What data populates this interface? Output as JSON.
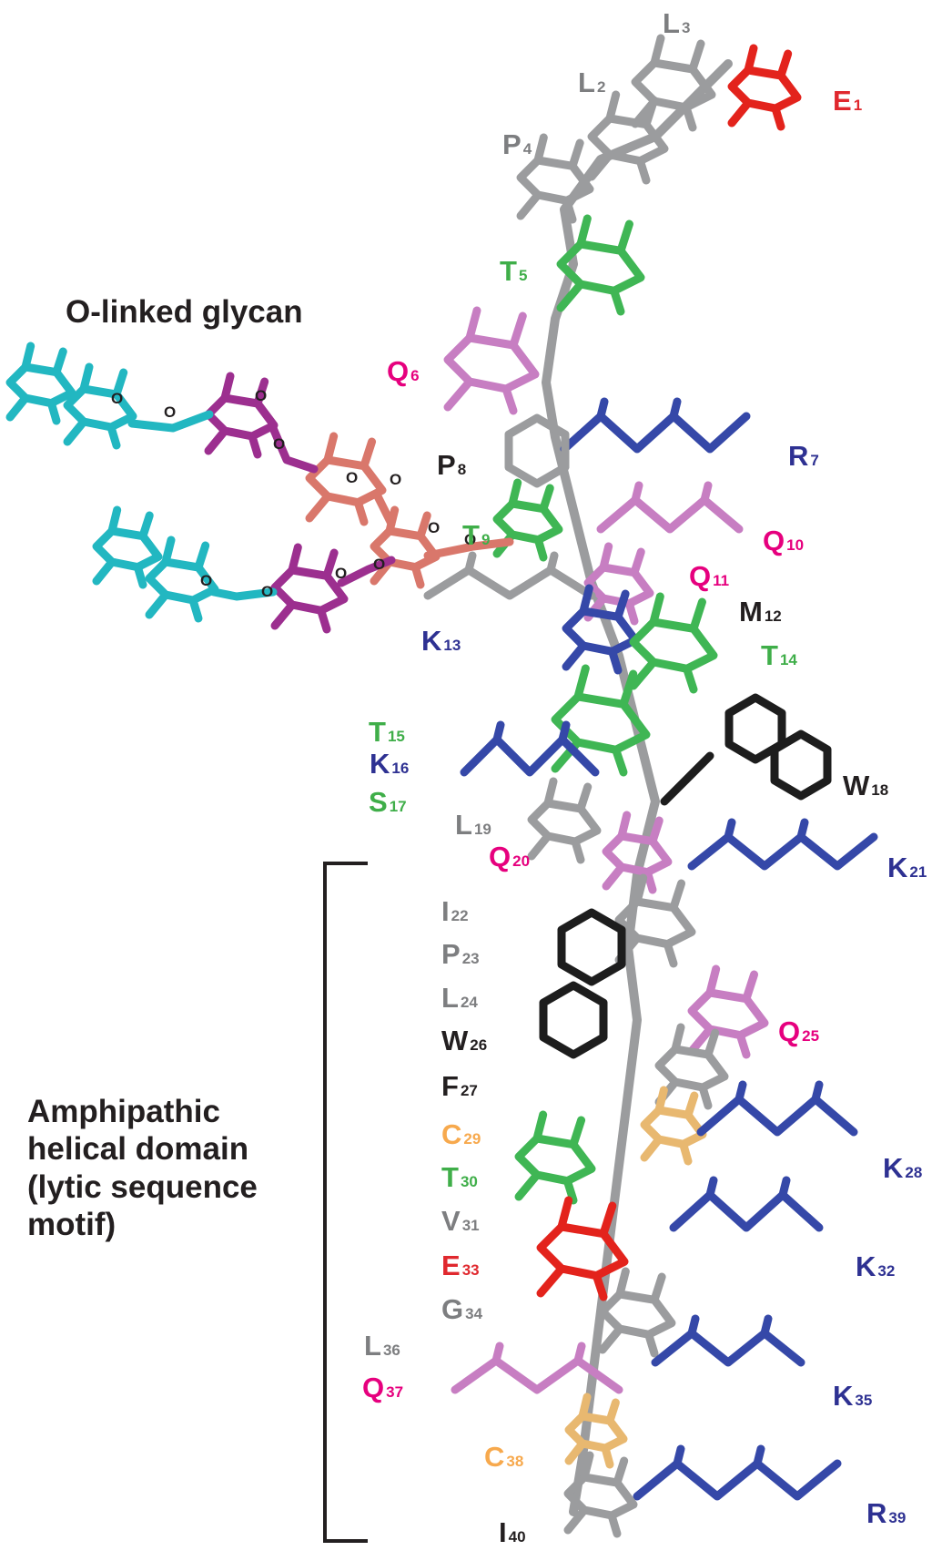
{
  "colors": {
    "red": "#e0282e",
    "gray": "#7d7e80",
    "green": "#3fae49",
    "pink": "#e6007e",
    "blue": "#2e3192",
    "black": "#231f20",
    "orange": "#f7a94d",
    "stick_gray": "#9b9c9e",
    "stick_green": "#3fb654",
    "stick_pink": "#c77ec2",
    "stick_blue": "#3548a8",
    "stick_black": "#1d1d1d",
    "stick_red": "#e3231c",
    "stick_tan": "#e8b870",
    "glycan_cyan": "#22b7c1",
    "glycan_magenta": "#9c2f8f",
    "glycan_salmon": "#d9776b"
  },
  "glycan": {
    "title": "O-linked glycan",
    "oxygen_label": "O"
  },
  "domain": {
    "lines": [
      "Amphipathic",
      "helical domain",
      "(lytic sequence",
      "motif)"
    ]
  },
  "residues": [
    {
      "letter": "E",
      "num": "1",
      "color": "red"
    },
    {
      "letter": "L",
      "num": "2",
      "color": "gray"
    },
    {
      "letter": "L",
      "num": "3",
      "color": "gray"
    },
    {
      "letter": "P",
      "num": "4",
      "color": "gray"
    },
    {
      "letter": "T",
      "num": "5",
      "color": "green"
    },
    {
      "letter": "Q",
      "num": "6",
      "color": "pink"
    },
    {
      "letter": "R",
      "num": "7",
      "color": "blue"
    },
    {
      "letter": "P",
      "num": "8",
      "color": "black"
    },
    {
      "letter": "T",
      "num": "9",
      "color": "green"
    },
    {
      "letter": "Q",
      "num": "10",
      "color": "pink"
    },
    {
      "letter": "Q",
      "num": "11",
      "color": "pink"
    },
    {
      "letter": "M",
      "num": "12",
      "color": "black"
    },
    {
      "letter": "K",
      "num": "13",
      "color": "blue"
    },
    {
      "letter": "T",
      "num": "14",
      "color": "green"
    },
    {
      "letter": "T",
      "num": "15",
      "color": "green"
    },
    {
      "letter": "K",
      "num": "16",
      "color": "blue"
    },
    {
      "letter": "S",
      "num": "17",
      "color": "green"
    },
    {
      "letter": "W",
      "num": "18",
      "color": "black"
    },
    {
      "letter": "L",
      "num": "19",
      "color": "gray"
    },
    {
      "letter": "Q",
      "num": "20",
      "color": "pink"
    },
    {
      "letter": "K",
      "num": "21",
      "color": "blue"
    },
    {
      "letter": "I",
      "num": "22",
      "color": "gray"
    },
    {
      "letter": "P",
      "num": "23",
      "color": "gray"
    },
    {
      "letter": "L",
      "num": "24",
      "color": "gray"
    },
    {
      "letter": "Q",
      "num": "25",
      "color": "pink"
    },
    {
      "letter": "W",
      "num": "26",
      "color": "black"
    },
    {
      "letter": "F",
      "num": "27",
      "color": "black"
    },
    {
      "letter": "K",
      "num": "28",
      "color": "blue"
    },
    {
      "letter": "C",
      "num": "29",
      "color": "orange"
    },
    {
      "letter": "T",
      "num": "30",
      "color": "green"
    },
    {
      "letter": "V",
      "num": "31",
      "color": "gray"
    },
    {
      "letter": "K",
      "num": "32",
      "color": "blue"
    },
    {
      "letter": "E",
      "num": "33",
      "color": "red"
    },
    {
      "letter": "G",
      "num": "34",
      "color": "gray"
    },
    {
      "letter": "K",
      "num": "35",
      "color": "blue"
    },
    {
      "letter": "L",
      "num": "36",
      "color": "gray"
    },
    {
      "letter": "Q",
      "num": "37",
      "color": "pink"
    },
    {
      "letter": "C",
      "num": "38",
      "color": "orange"
    },
    {
      "letter": "R",
      "num": "39",
      "color": "blue"
    },
    {
      "letter": "I",
      "num": "40",
      "color": "black"
    }
  ]
}
